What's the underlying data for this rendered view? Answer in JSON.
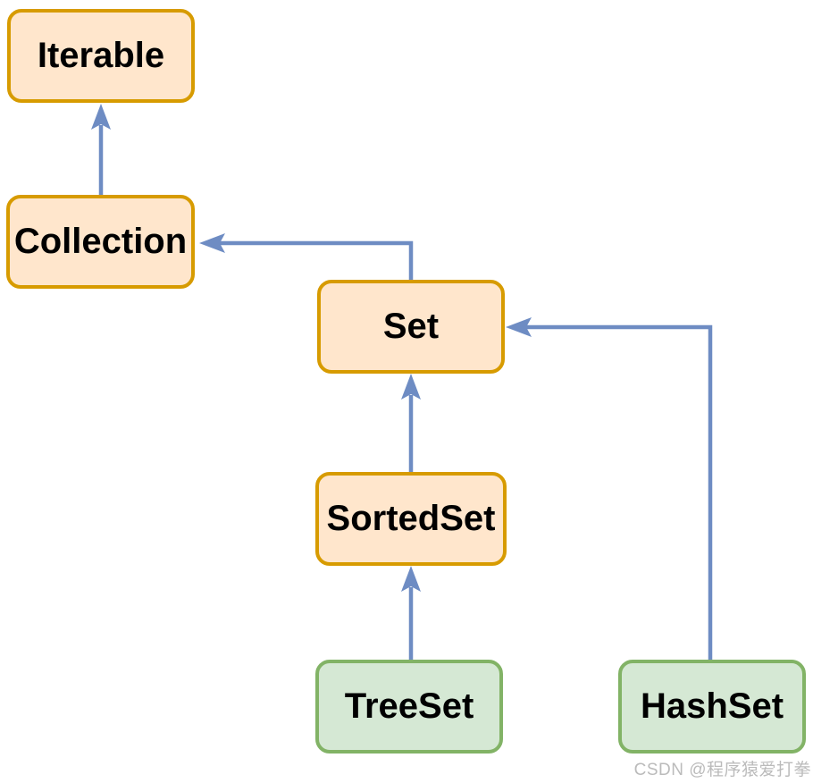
{
  "diagram": {
    "type": "class-hierarchy",
    "subject": "Java Set collection hierarchy",
    "nodes": {
      "iterable": {
        "label": "Iterable",
        "kind": "interface"
      },
      "collection": {
        "label": "Collection",
        "kind": "interface"
      },
      "set": {
        "label": "Set",
        "kind": "interface"
      },
      "sortedset": {
        "label": "SortedSet",
        "kind": "interface"
      },
      "treeset": {
        "label": "TreeSet",
        "kind": "class"
      },
      "hashset": {
        "label": "HashSet",
        "kind": "class"
      }
    },
    "edges": [
      {
        "from": "Collection",
        "to": "Iterable"
      },
      {
        "from": "Set",
        "to": "Collection"
      },
      {
        "from": "SortedSet",
        "to": "Set"
      },
      {
        "from": "TreeSet",
        "to": "SortedSet"
      },
      {
        "from": "HashSet",
        "to": "Set"
      }
    ],
    "colors": {
      "interface_fill": "#FFE6CC",
      "interface_border": "#D79B00",
      "class_fill": "#D5E8D4",
      "class_border": "#82B366",
      "arrow": "#6E8CC3",
      "label_text": "#000000",
      "watermark_text": "#BBBBBB",
      "background": "#FFFFFF"
    }
  },
  "watermark": {
    "text": "CSDN @程序猿爱打拳"
  }
}
